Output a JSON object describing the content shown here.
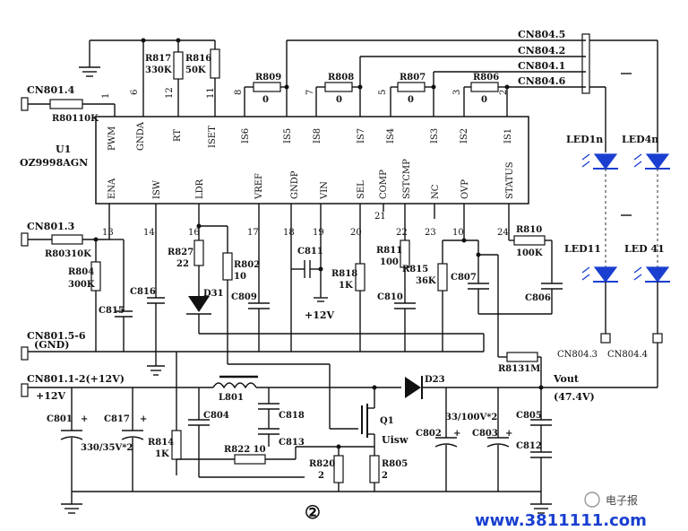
{
  "ic": {
    "ref": "U1",
    "part": "OZ9998AGN",
    "top_pins": [
      {
        "num": "1",
        "name": "PWM"
      },
      {
        "num": "6",
        "name": "GNDA"
      },
      {
        "num": "12",
        "name": "RT"
      },
      {
        "num": "11",
        "name": "ISET"
      },
      {
        "num": "8",
        "name": "IS6"
      },
      {
        "num": "",
        "name": "IS5"
      },
      {
        "num": "7",
        "name": "IS8"
      },
      {
        "num": "",
        "name": "IS7"
      },
      {
        "num": "5",
        "name": "IS4"
      },
      {
        "num": "",
        "name": "IS3"
      },
      {
        "num": "3",
        "name": "IS2"
      },
      {
        "num": "2",
        "name": "IS1"
      }
    ],
    "bottom_pins": [
      {
        "num": "13",
        "name": "ENA"
      },
      {
        "num": "14",
        "name": "ISW"
      },
      {
        "num": "16",
        "name": "LDR"
      },
      {
        "num": "17",
        "name": "VREF"
      },
      {
        "num": "18",
        "name": "GNDP"
      },
      {
        "num": "19",
        "name": "VIN"
      },
      {
        "num": "20",
        "name": "SEL"
      },
      {
        "num": "21",
        "name": "COMP"
      },
      {
        "num": "22",
        "name": "SSTCMP"
      },
      {
        "num": "23",
        "name": "NC"
      },
      {
        "num": "10",
        "name": "OVP"
      },
      {
        "num": "24",
        "name": "STATUS"
      }
    ]
  },
  "connectors": {
    "cn801_4": "CN801.4",
    "cn801_3": "CN801.3",
    "cn801_56": "CN801.5-6",
    "gnd": "(GND)",
    "cn801_12": "CN801.1-2(+12V)",
    "plus12": "+12V",
    "cn804_5": "CN804.5",
    "cn804_2": "CN804.2",
    "cn804_1": "CN804.1",
    "cn804_6": "CN804.6",
    "cn804_3": "CN804.3",
    "cn804_4": "CN804.4",
    "vout": "Vout",
    "vout_val": "(47.4V)",
    "vin_12": "+12V",
    "uisw": "Uisw"
  },
  "components": {
    "r801": "R80110K",
    "r803": "R80310K",
    "r804_ref": "R804",
    "r804_val": "300K",
    "c815": "C815",
    "c816": "C816",
    "r817_ref": "R817",
    "r817_val": "330K",
    "r816_ref": "R816",
    "r816_val": "50K",
    "r809_ref": "R809",
    "r809_val": "0",
    "r808_ref": "R808",
    "r808_val": "0",
    "r807_ref": "R807",
    "r807_val": "0",
    "r806_ref": "R806",
    "r806_val": "0",
    "r827_ref": "R827",
    "r827_val": "22",
    "d31": "D31",
    "r802_ref": "R802",
    "r802_val": "10",
    "c809": "C809",
    "c811": "C811",
    "r818_ref": "R818",
    "r818_val": "1K",
    "r811_ref": "R811",
    "r811_val": "100",
    "c810": "C810",
    "r815_ref": "R815",
    "r815_val": "36K",
    "c807": "C807",
    "r810_ref": "R810",
    "r810_val": "100K",
    "c806": "C806",
    "r813": "R8131M",
    "l801": "L801",
    "c804": "C804",
    "c818": "C818",
    "c813": "C813",
    "r822": "R822 10",
    "r814_ref": "R814",
    "r814_val": "1K",
    "q1": "Q1",
    "d23": "D23",
    "r820_ref": "R820",
    "r820_val": "2",
    "r805_ref": "R805",
    "r805_val": "2",
    "c801": "C801",
    "c817": "C817",
    "c801_val": "330/35V*2",
    "c802": "C802",
    "c802_val": "33/100V*2",
    "c803": "C803",
    "c805": "C805",
    "c812": "C812",
    "led1n": "LED1n",
    "led4n": "LED4n",
    "led11": "LED11",
    "led41": "LED 41",
    "plus": "+"
  },
  "misc": {
    "circle_num": "②",
    "watermark_site": "www.3811111.com",
    "watermark_brand": "电子报"
  },
  "colors": {
    "ink": "#111111",
    "led_blue": "#1a3fd0",
    "watermark": "#1a3fd0"
  }
}
